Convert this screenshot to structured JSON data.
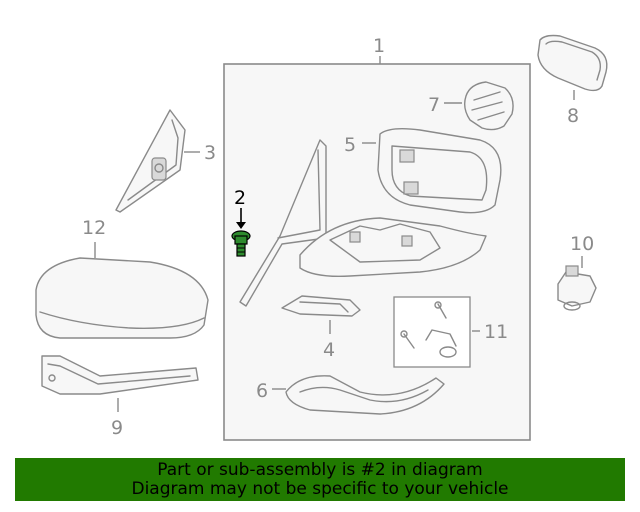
{
  "callouts": {
    "c1": "1",
    "c2": "2",
    "c3": "3",
    "c4": "4",
    "c5": "5",
    "c6": "6",
    "c7": "7",
    "c8": "8",
    "c9": "9",
    "c10": "10",
    "c11": "11",
    "c12": "12"
  },
  "highlighted_part": "2",
  "colors": {
    "banner": "#217a00",
    "lines": "#8a8a8a",
    "highlight": "#000000",
    "fastener": "#2e8b2e"
  },
  "banner": {
    "line1": "Part or sub-assembly is #2 in diagram",
    "line2": "Diagram may not be specific to your vehicle"
  }
}
